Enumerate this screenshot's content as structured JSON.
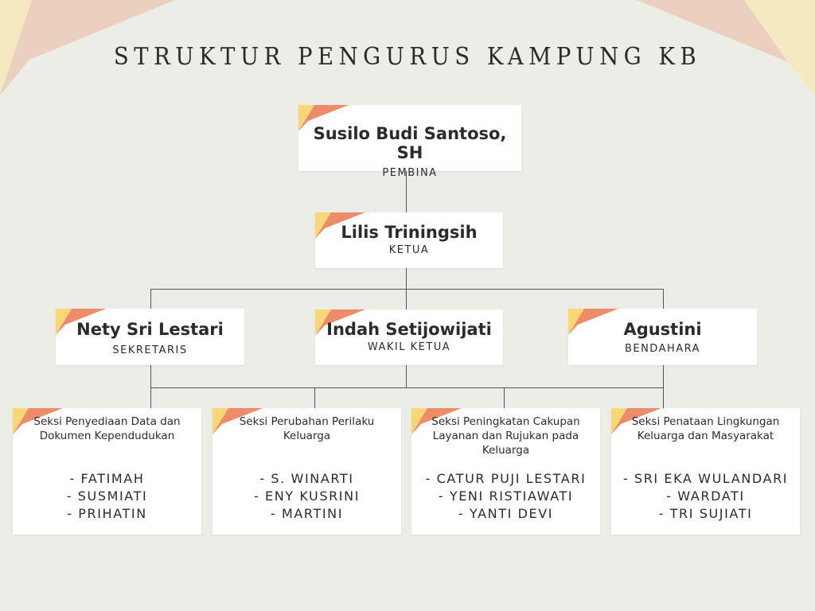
{
  "title": "STRUKTUR PENGURUS KAMPUNG KB",
  "colors": {
    "background": "#edede7",
    "yellow": "#f9d776",
    "orange": "#ee8c69",
    "corner_yellow": "#f5e9c2",
    "corner_pink": "#ecd0bf"
  },
  "pembina": {
    "name": "Susilo Budi Santoso, SH",
    "role": "PEMBINA"
  },
  "ketua": {
    "name": "Lilis Triningsih",
    "role": "KETUA"
  },
  "sekretaris": {
    "name": "Nety Sri Lestari",
    "role": "SEKRETARIS"
  },
  "wakil": {
    "name": "Indah Setijowijati",
    "role": "WAKIL KETUA"
  },
  "bendahara": {
    "name": "Agustini",
    "role": "BENDAHARA"
  },
  "seksi": [
    {
      "title": "Seksi Penyediaan Data dan Dokumen Kependudukan",
      "members": [
        "- FATIMAH",
        "- SUSMIATI",
        "- PRIHATIN"
      ]
    },
    {
      "title": "Seksi Perubahan Perilaku Keluarga",
      "members": [
        "- S. WINARTI",
        "- ENY KUSRINI",
        "- MARTINI"
      ]
    },
    {
      "title": "Seksi Peningkatan Cakupan Layanan dan Rujukan pada Keluarga",
      "members": [
        "- CATUR PUJI LESTARI",
        "- YENI RISTIAWATI",
        "- YANTI DEVI"
      ]
    },
    {
      "title": "Seksi Penataan Lingkungan Keluarga dan Masyarakat",
      "members": [
        "- SRI EKA WULANDARI",
        "- WARDATI",
        "- TRI SUJIATI"
      ]
    }
  ]
}
